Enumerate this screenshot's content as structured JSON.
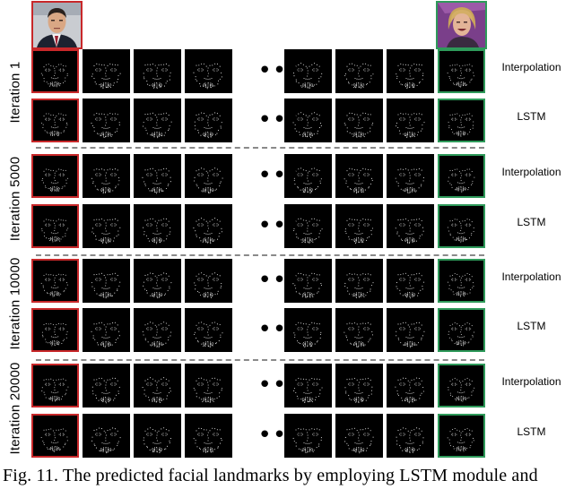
{
  "figure": {
    "source_photo_alt": "source face photo",
    "target_photo_alt": "target face photo",
    "ellipsis": "•••",
    "iterations": [
      {
        "label": "Iteration 1",
        "rows": [
          "Interpolation",
          "LSTM"
        ]
      },
      {
        "label": "Iteration 5000",
        "rows": [
          "Interpolation",
          "LSTM"
        ]
      },
      {
        "label": "Iteration 10000",
        "rows": [
          "Interpolation",
          "LSTM"
        ]
      },
      {
        "label": "Iteration 20000",
        "rows": [
          "Interpolation",
          "LSTM"
        ]
      }
    ],
    "caption": "Fig. 11.  The predicted facial landmarks by employing LSTM module and",
    "colors": {
      "source_border": "#c8282a",
      "target_border": "#2e9a5a",
      "landmark_dots": "#e6e6e6",
      "frame_background": "#000000",
      "separator": "#8a8a8a"
    }
  }
}
